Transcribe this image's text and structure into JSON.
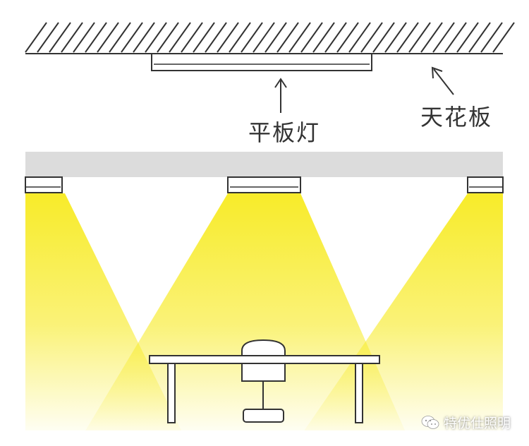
{
  "labels": {
    "panel_light": "平板灯",
    "ceiling": "天花板"
  },
  "watermark": {
    "text": "特优仕照明",
    "icon": "wechat-icon"
  },
  "colors": {
    "light_beam": "#f7ea1e",
    "ceiling_band": "#dcdcdc",
    "line": "#333333",
    "background": "#ffffff"
  }
}
